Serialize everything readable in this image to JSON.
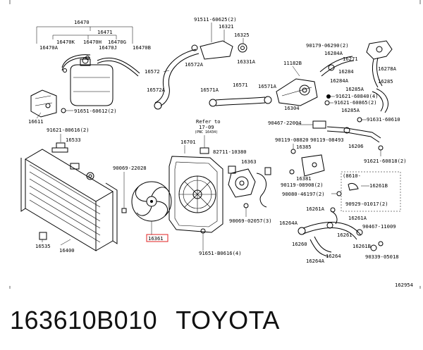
{
  "labels": {
    "p16470": "16470",
    "p16471": "16471",
    "p16470K": "16470K",
    "p16470H": "16470H",
    "p16470G": "16470G",
    "p16470A": "16470A",
    "p16470J": "16470J",
    "p16470B": "16470B",
    "p16611": "16611",
    "b91651_60612": "91651-60612(2)",
    "b91621_80616": "91621-80616(2)",
    "p16533": "16533",
    "p16535": "16535",
    "p16400": "16400",
    "b91511_60625": "91511-60625(2)",
    "p16321": "16321",
    "p16325": "16325",
    "p16331A": "16331A",
    "p16572A": "16572A",
    "p16572": "16572",
    "p16572A_b": "16572A",
    "p16571A": "16571A",
    "p16571": "16571",
    "p16571A_b": "16571A",
    "p11182B": "11182B",
    "p16304": "16304",
    "b90179_06290": "90179-06290(2)",
    "p16284A": "16284A",
    "p16278A": "16278A",
    "p16284": "16284",
    "p16284A_b": "16284A",
    "p16285": "16285",
    "p16285A": "16285A",
    "b91621_60840": "91621-60840(4)",
    "b91621_60865": "91621-60865(2)",
    "p16285A_b": "16285A",
    "p16271": "16271",
    "ref_text": "Refer to",
    "ref_num": "17-09",
    "ref_sub": "(PNC 16434)",
    "p16701": "16701",
    "b82711_10380": "82711-10380",
    "b90069_22028": "90069-22028",
    "p16363": "16363",
    "p16361": "16361",
    "b90069_02057": "90069-02057(3)",
    "b91651_80616": "91651-B0616(4)",
    "b90467_22004": "90467-22004",
    "b91631_60610": "91631-60610",
    "b90119_08820": "90119-08820",
    "b90119_08493": "90119-08493",
    "p16385": "16385",
    "p16206": "16206",
    "b91621_60818": "91621-60818(2)",
    "p16381": "16381",
    "b90119_08908": "90119-08908(2)",
    "b90080_46197": "90080-46197(2)",
    "p16261B_top": "16261B",
    "b90929_01017": "90929-01017(2)",
    "p16261A": "16261A",
    "p16264A": "16264A",
    "p16261A_b": "16261A",
    "b90467_11009": "90467-11009",
    "p16261": "16261",
    "p16260": "16260",
    "p16261B": "16261B",
    "p16264": "16264",
    "p16264A_b": "16264A",
    "b90339_05018": "90339-05018",
    "inset_head": "(8610-",
    "diagram_id": "162954"
  },
  "caption": {
    "part_number": "163610B010",
    "brand": "TOYOTA"
  },
  "colors": {
    "highlight": "#e02020",
    "ink": "#000000"
  }
}
